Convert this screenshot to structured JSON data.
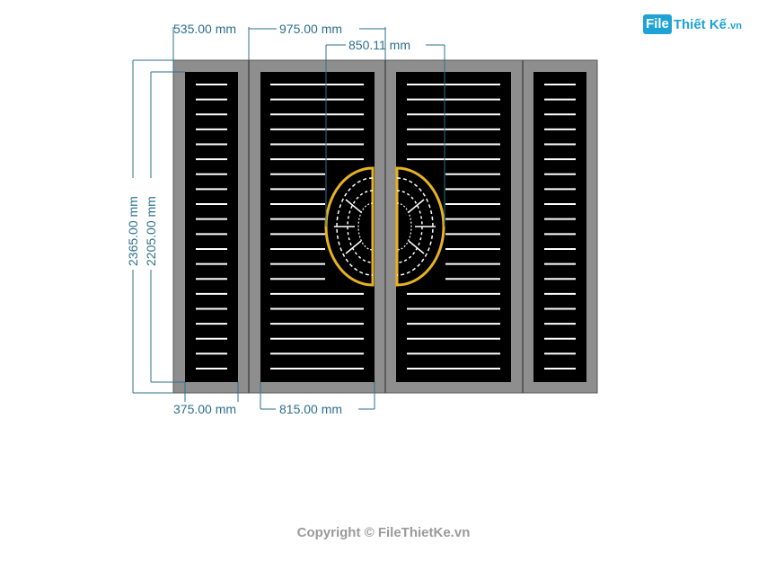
{
  "logo": {
    "mark": "File",
    "name": "Thiết Kế",
    "suffix": ".vn"
  },
  "dimensions": {
    "top": [
      "535.00 mm",
      "975.00 mm",
      "850.11 mm"
    ],
    "left": [
      "2365.00 mm",
      "2205.00 mm"
    ],
    "bottom": [
      "375.00 mm",
      "815.00 mm"
    ]
  },
  "drawing": {
    "panels": 4,
    "slats_per_panel": 20,
    "colors": {
      "frame": "#8e8e8e",
      "panel": "#000000",
      "slat": "#ffffff",
      "emblem_ring": "#e8b321",
      "dimension": "#2d6f8e"
    }
  },
  "copyright": "Copyright © FileThietKe.vn"
}
